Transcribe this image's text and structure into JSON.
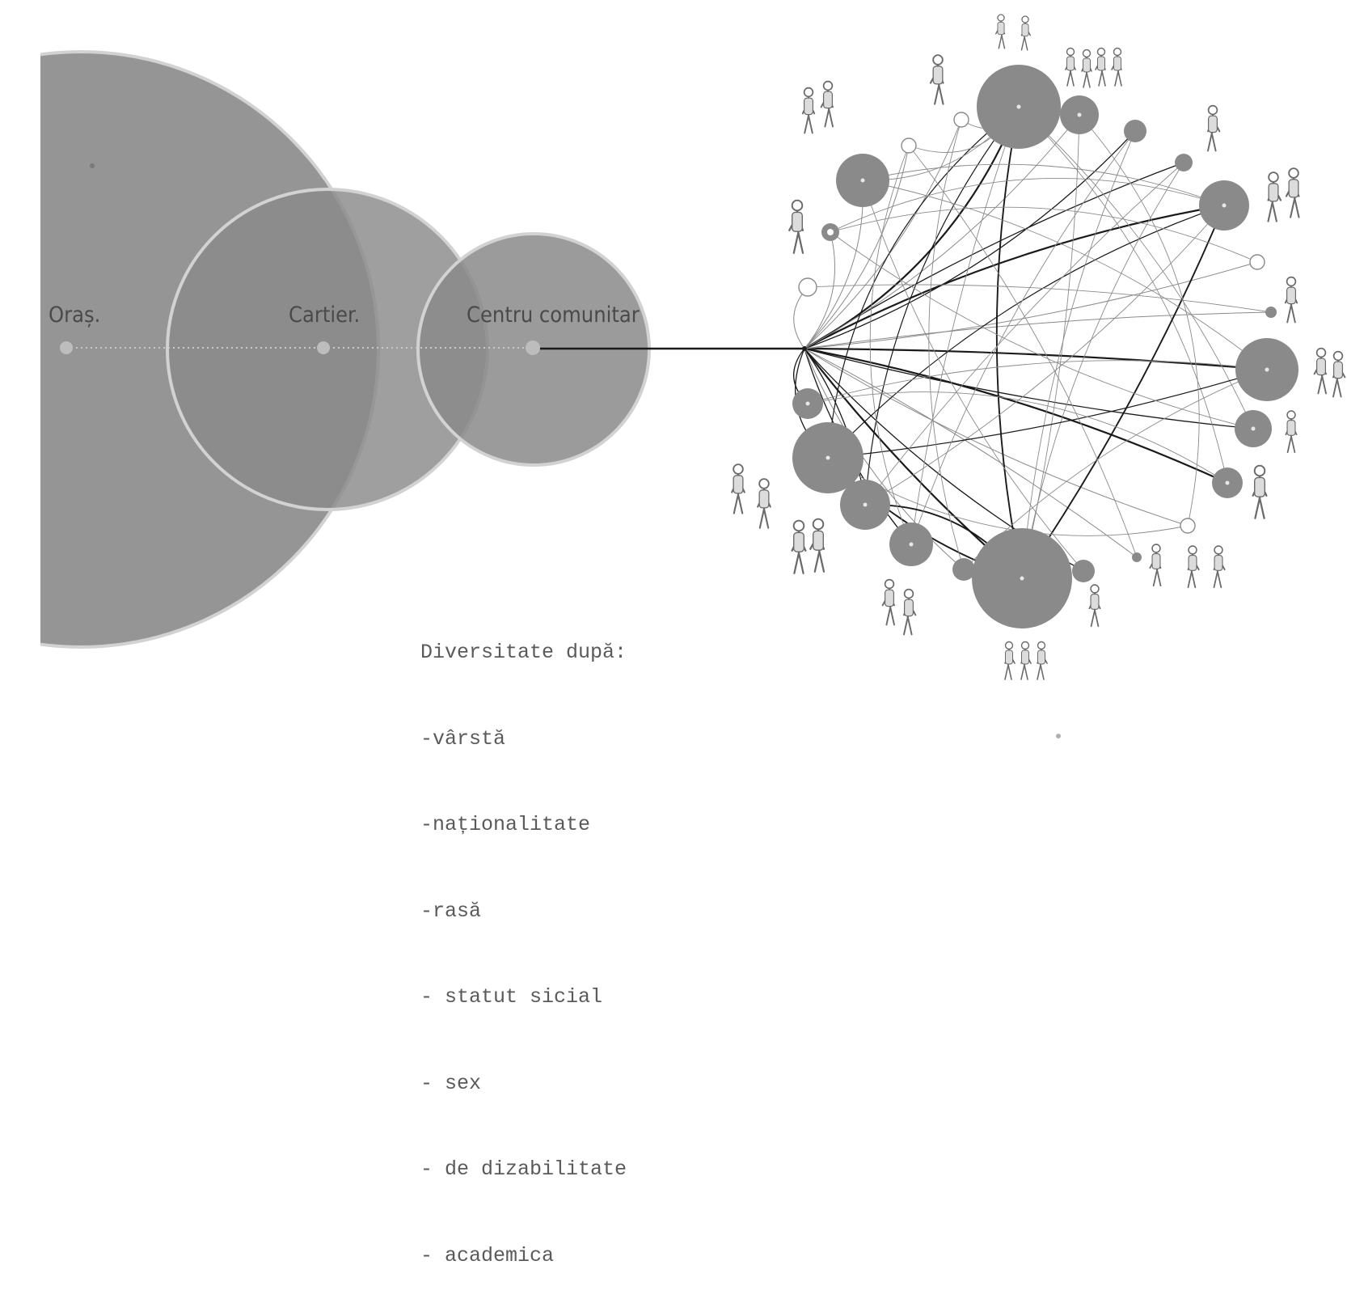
{
  "scale_levels": [
    {
      "id": "oras",
      "label": "Oraș."
    },
    {
      "id": "cartier",
      "label": "Cartier."
    },
    {
      "id": "centru",
      "label": "Centru comunitar"
    }
  ],
  "legend": {
    "title": "Diversitate după:",
    "items": [
      "-vârstă",
      "-naționalitate",
      "-rasă",
      "- statut sicial",
      "- sex",
      "- de dizabilitate",
      "- academica"
    ]
  },
  "colors": {
    "circle_fill": "#8a8a8a",
    "circle_stroke": "#d2d2d2",
    "line_dark": "#1a1a1a",
    "line_light": "#8a8a8a",
    "label": "#4a4a4a",
    "legend_text": "#5a5a5a",
    "figure": "#6a6a6a"
  }
}
